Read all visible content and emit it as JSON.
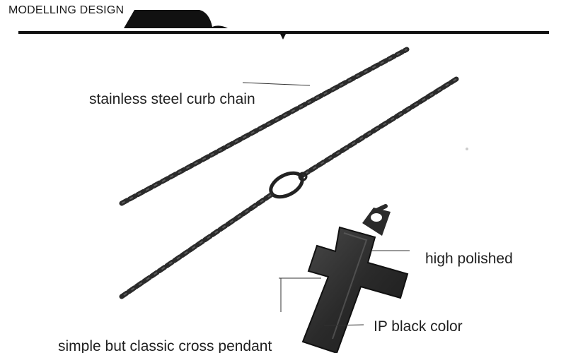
{
  "header": {
    "title": "MODELLING DESIGN"
  },
  "callouts": {
    "chain": "stainless steel curb chain",
    "polished": "high polished",
    "color": "IP  black color",
    "pendant": "simple but classic cross pendant"
  },
  "colors": {
    "metal": "#2b2b2b",
    "metal_highlight": "#5a5a5a",
    "rule": "#111111",
    "text": "#1f1f1f"
  }
}
